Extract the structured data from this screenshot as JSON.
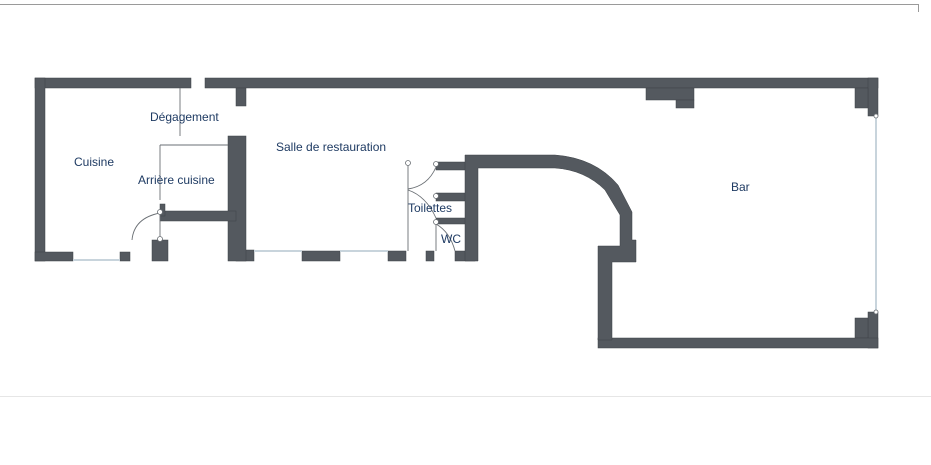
{
  "plan": {
    "rooms": {
      "cuisine": "Cuisine",
      "degagement": "Dégagement",
      "arriere_cuisine": "Arrière cuisine",
      "salle": "Salle de restauration",
      "toilettes": "Toilettes",
      "wc": "WC",
      "bar": "Bar"
    },
    "colors": {
      "wall": "#54595f",
      "wall_stroke": "#3e4348",
      "label": "#1f3b63",
      "window": "#c8d4dc",
      "door": "#6a6f74"
    }
  }
}
